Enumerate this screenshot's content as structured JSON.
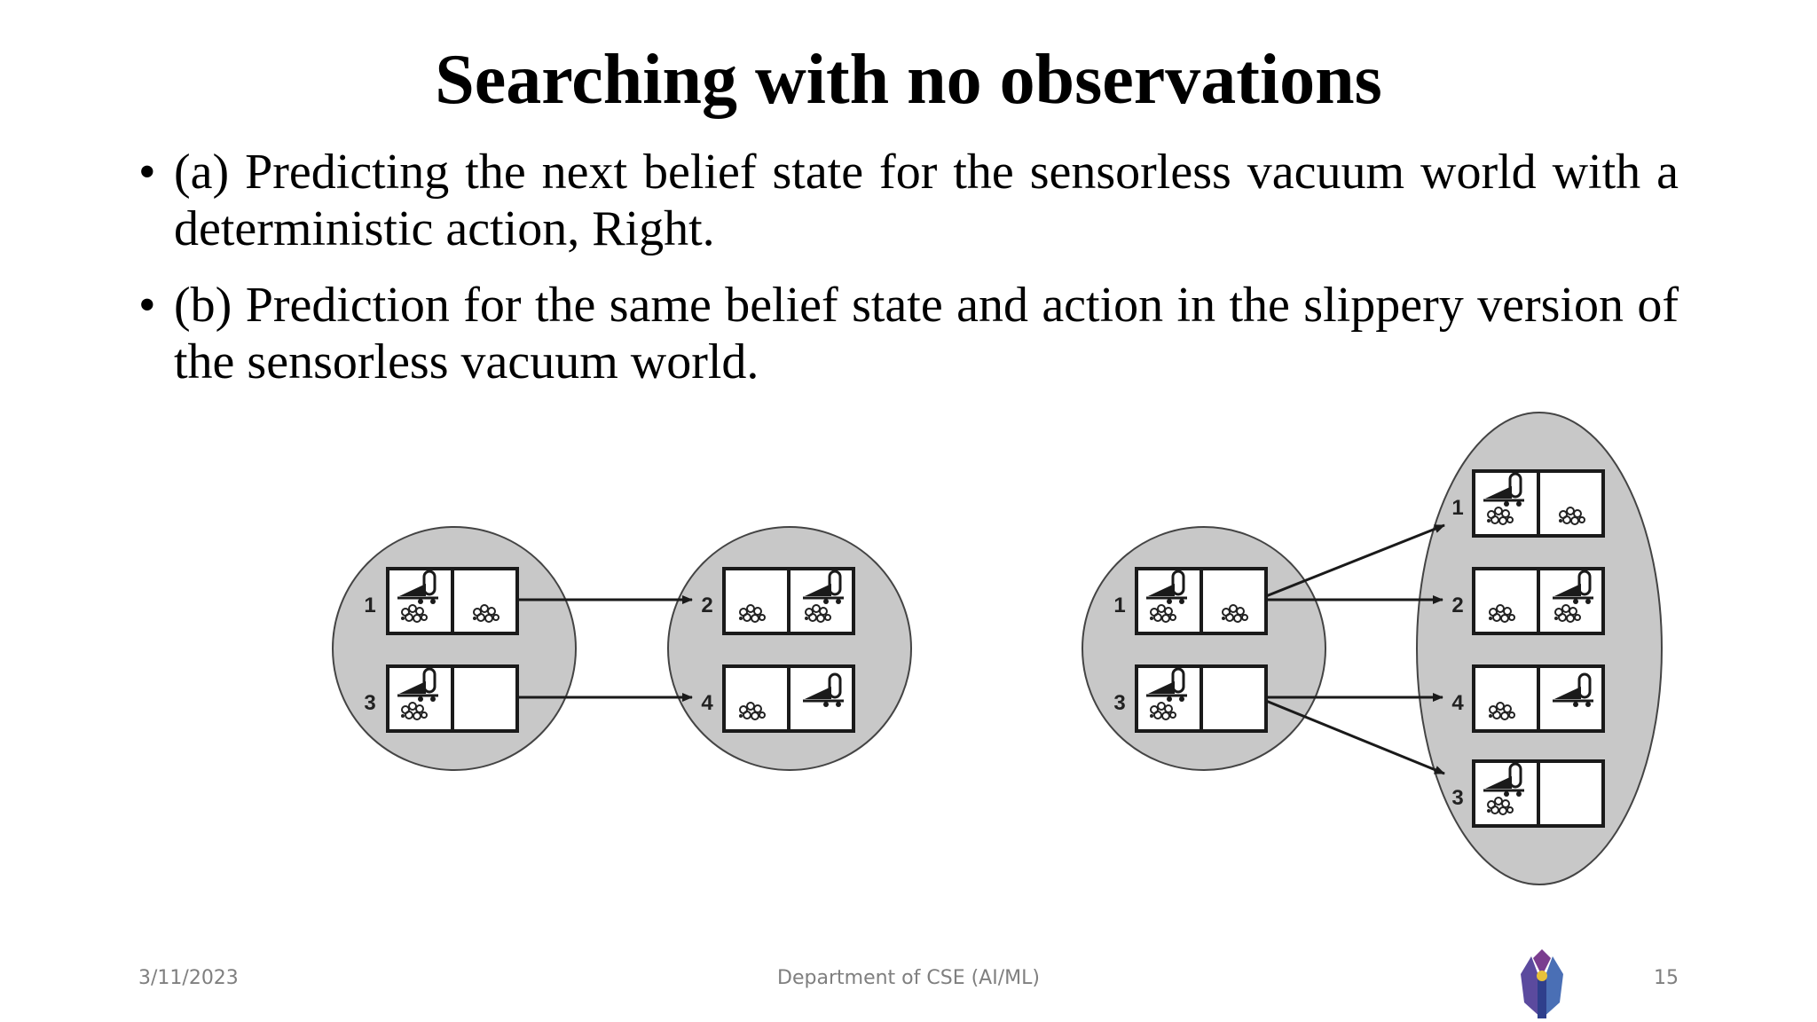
{
  "slide": {
    "title": "Searching with no observations",
    "bullets": [
      "(a) Predicting the next belief state for the sensorless vacuum world with a deterministic action, Right.",
      "(b) Prediction for the same belief state and action in the slippery version of the sensorless vacuum world."
    ]
  },
  "diagram": {
    "left": {
      "source_labels": [
        "1",
        "3"
      ],
      "target_labels": [
        "2",
        "4"
      ]
    },
    "right": {
      "source_labels": [
        "1",
        "3"
      ],
      "target_labels": [
        "1",
        "2",
        "4",
        "3"
      ]
    },
    "colors": {
      "ellipse_fill": "#c8c8c8",
      "stroke": "#1a1a1a"
    }
  },
  "footer": {
    "date": "3/11/2023",
    "department": "Department of CSE (AI/ML)",
    "page": "15"
  },
  "icons": {
    "logo": "college-logo-icon"
  }
}
